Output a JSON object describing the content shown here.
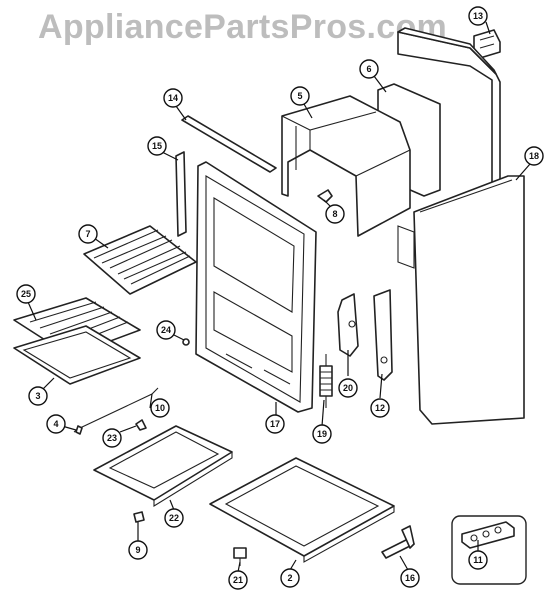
{
  "watermark": "AppliancePartsPros.com",
  "callouts": [
    {
      "id": "2",
      "label": "2"
    },
    {
      "id": "3",
      "label": "3"
    },
    {
      "id": "4",
      "label": "4"
    },
    {
      "id": "5",
      "label": "5"
    },
    {
      "id": "6",
      "label": "6"
    },
    {
      "id": "7",
      "label": "7"
    },
    {
      "id": "8",
      "label": "8"
    },
    {
      "id": "9",
      "label": "9"
    },
    {
      "id": "10",
      "label": "10"
    },
    {
      "id": "11",
      "label": "11"
    },
    {
      "id": "12",
      "label": "12"
    },
    {
      "id": "13",
      "label": "13"
    },
    {
      "id": "14",
      "label": "14"
    },
    {
      "id": "15",
      "label": "15"
    },
    {
      "id": "16",
      "label": "16"
    },
    {
      "id": "17",
      "label": "17"
    },
    {
      "id": "18",
      "label": "18"
    },
    {
      "id": "19",
      "label": "19"
    },
    {
      "id": "20",
      "label": "20"
    },
    {
      "id": "21",
      "label": "21"
    },
    {
      "id": "22",
      "label": "22"
    },
    {
      "id": "23",
      "label": "23"
    },
    {
      "id": "24",
      "label": "24"
    },
    {
      "id": "25",
      "label": "25"
    }
  ]
}
